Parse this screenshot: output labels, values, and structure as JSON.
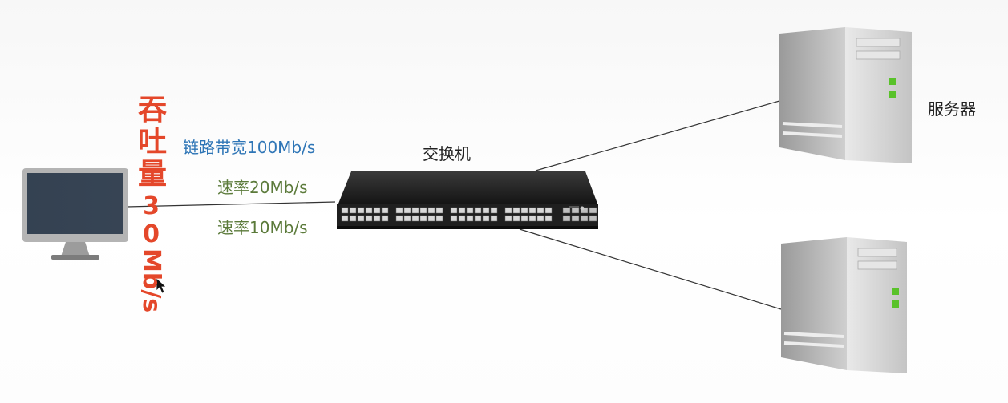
{
  "labels": {
    "bandwidth": "链路带宽100Mb/s",
    "rate_20": "速率20Mb/s",
    "rate_10": "速率10Mb/s",
    "switch": "交换机",
    "server": "服务器"
  },
  "throughput": {
    "label": "吞吐量",
    "number": "30",
    "unit": "Mb/s"
  },
  "colors": {
    "accent_red": "#e4472a",
    "bandwidth_blue": "#2e75b6",
    "rate_green": "#5b7a3a"
  }
}
